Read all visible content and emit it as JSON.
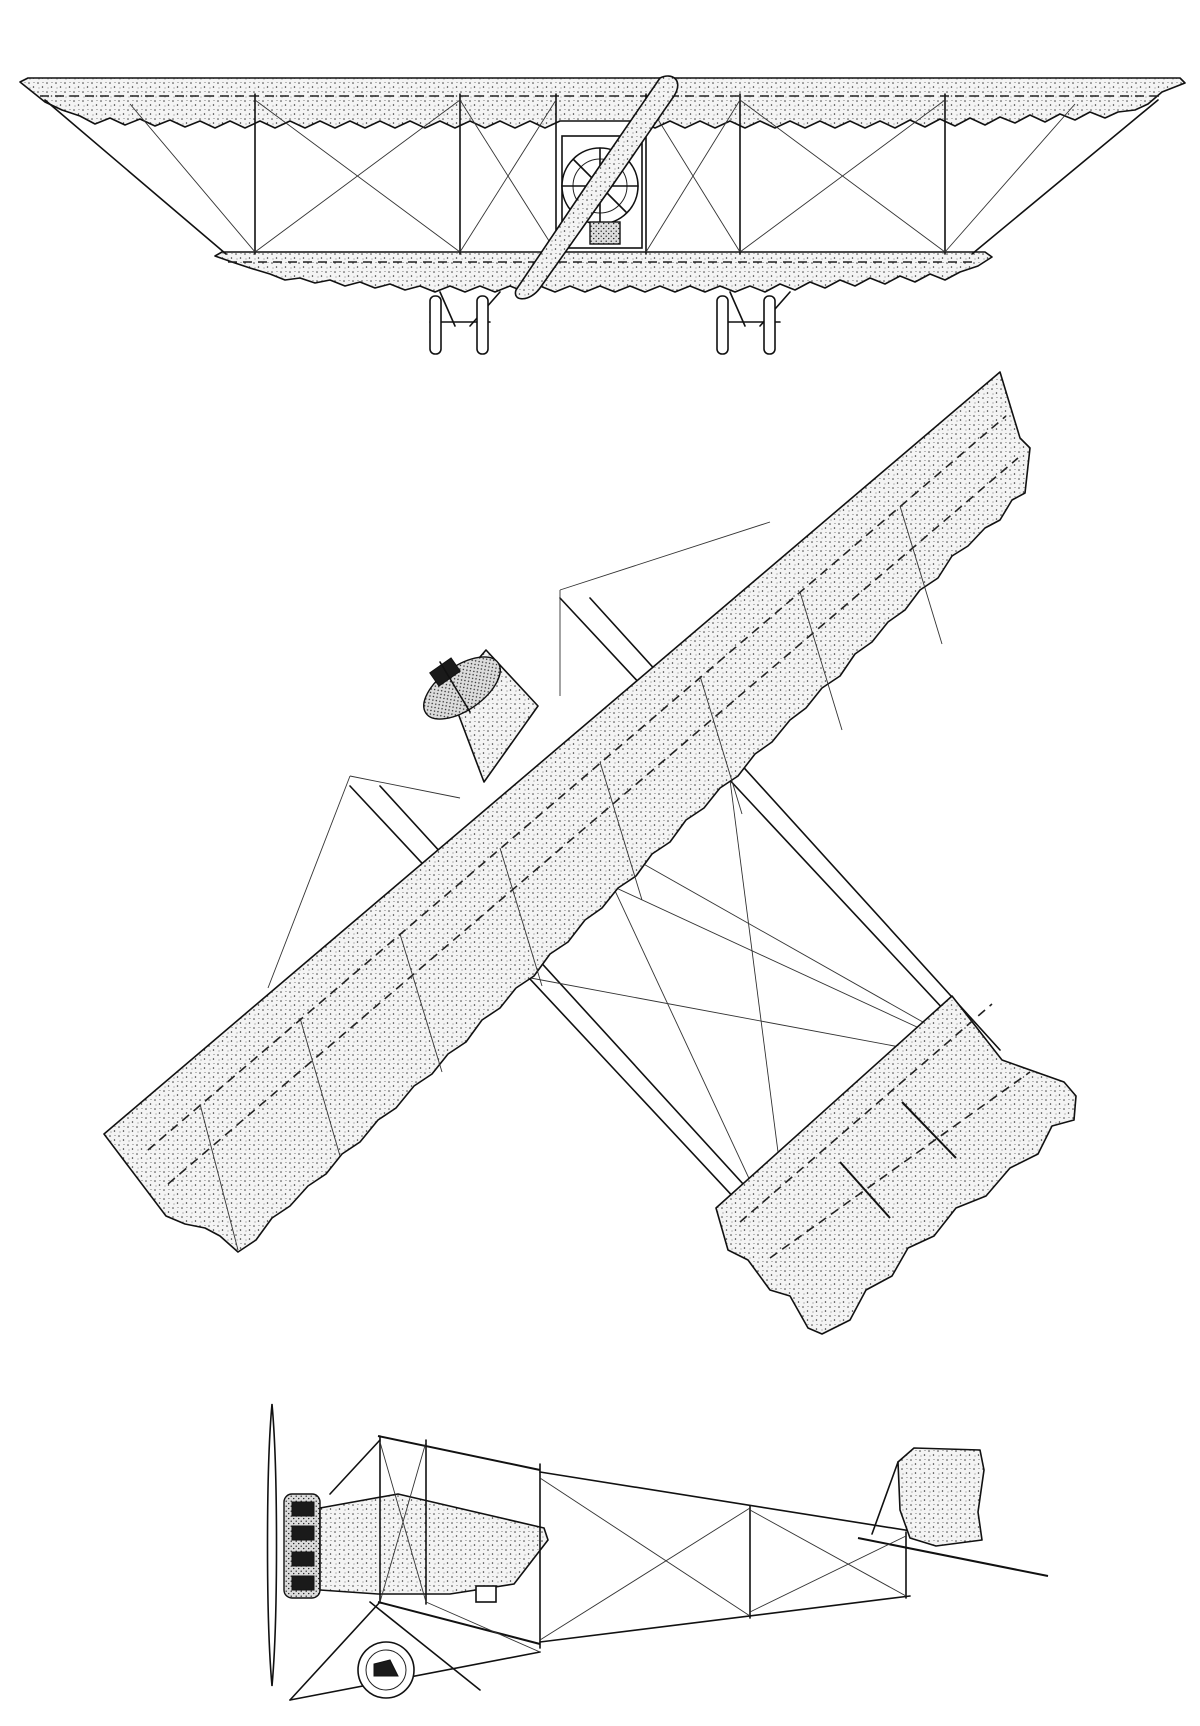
{
  "sheet": {
    "views": [
      "front-view",
      "top-view",
      "side-view"
    ],
    "colors": {
      "paper": "#ffffff",
      "ink": "#111111",
      "fabric": "#f4f4f4"
    }
  }
}
